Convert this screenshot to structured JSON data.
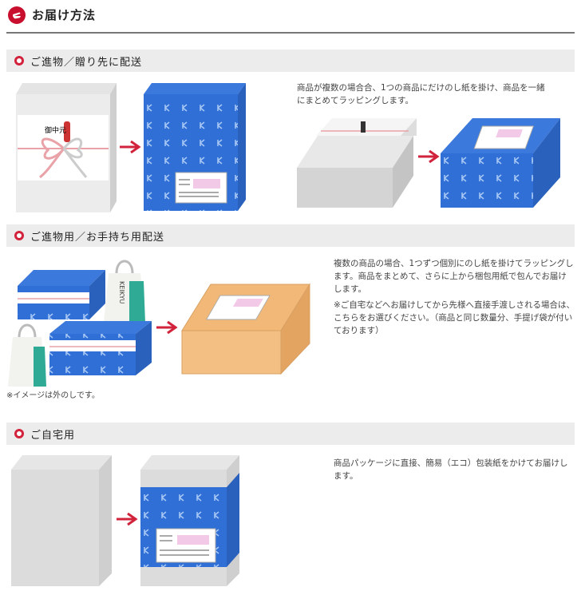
{
  "header": {
    "title": "お届け方法"
  },
  "sections": [
    {
      "heading": "ご進物／贈り先に配送",
      "note": "商品が複数の場合合、1つの商品にだけのし紙を掛け、商品を一緒にまとめてラッピングします。",
      "noshi_text": "御中元"
    },
    {
      "heading": "ご進物用／お手持ち用配送",
      "note1": "複数の商品の場合、1つずつ個別にのし紙を掛けてラッピングします。商品をまとめて、さらに上から梱包用紙で包んでお届けします。",
      "note2": "※ご自宅などへお届けしてから先様へ直接手渡しされる場合は、こちらをお選びください。（商品と同じ数量分、手提げ袋が付いております）",
      "bag_brand": "KEIKYU",
      "caption": "※イメージは外のしです。"
    },
    {
      "heading": "ご自宅用",
      "note": "商品パッケージに直接、簡易（エコ）包装紙をかけてお届けします。"
    }
  ],
  "colors": {
    "accent_red": "#d2233c",
    "wrap_blue": "#2f6fd6",
    "kraft": "#f1b877",
    "label_pink": "#f3c9e8"
  },
  "icons": [
    "logo-icon",
    "bullet-icon",
    "arrow-right-icon"
  ]
}
